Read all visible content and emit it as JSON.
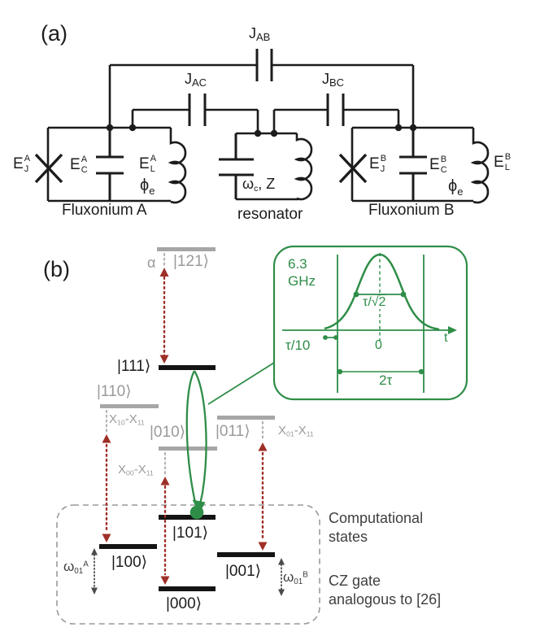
{
  "colors": {
    "line_black": "#1c1c1c",
    "level_gray": "#a6a6a6",
    "text_gray": "#9a9a9a",
    "red": "#9e2f26",
    "green": "#2e8d47",
    "dark_text": "#3f3f3f",
    "dashed_box": "#999999"
  },
  "panel_a": {
    "label": "(a)",
    "j_ab": {
      "base": "J",
      "sub": "AB"
    },
    "j_ac": {
      "base": "J",
      "sub": "AC"
    },
    "j_bc": {
      "base": "J",
      "sub": "BC"
    },
    "fluxonium_a": {
      "name": "Fluxonium A",
      "ej": {
        "base": "E",
        "sup": "A",
        "sub": "J"
      },
      "ec": {
        "base": "E",
        "sup": "A",
        "sub": "C"
      },
      "el": {
        "base": "E",
        "sup": "A",
        "sub": "L"
      },
      "flux": {
        "base": "ϕ",
        "sub": "e"
      }
    },
    "resonator": {
      "name": "resonator",
      "omega": {
        "base": "ω",
        "sub": "c"
      },
      "impedance": ", Z"
    },
    "fluxonium_b": {
      "name": "Fluxonium B",
      "ej": {
        "base": "E",
        "sup": "B",
        "sub": "J"
      },
      "ec": {
        "base": "E",
        "sup": "B",
        "sub": "C"
      },
      "el": {
        "base": "E",
        "sup": "B",
        "sub": "L"
      },
      "flux": {
        "base": "ϕ",
        "sub": "e"
      }
    }
  },
  "panel_b": {
    "label": "(b)",
    "alpha": "α",
    "kets": {
      "k121": "|121⟩",
      "k111": "|111⟩",
      "k110": "|110⟩",
      "k010": "|010⟩",
      "k011": "|011⟩",
      "k101": "|101⟩",
      "k100": "|100⟩",
      "k001": "|001⟩",
      "k000": "|000⟩"
    },
    "transitions": {
      "x10": {
        "a": "X",
        "a_sub": "10",
        "sep": "-",
        "b": "X",
        "b_sub": "11"
      },
      "x00": {
        "a": "X",
        "a_sub": "00",
        "sep": "-",
        "b": "X",
        "b_sub": "11"
      },
      "x01": {
        "a": "X",
        "a_sub": "01",
        "sep": "-",
        "b": "X",
        "b_sub": "11"
      }
    },
    "omega_a": {
      "base": "ω",
      "sub": "01",
      "sup": "A"
    },
    "omega_b": {
      "base": "ω",
      "sub": "01",
      "sup": "B"
    },
    "inset": {
      "freq": "6.3",
      "freq_unit": "GHz",
      "half": {
        "pre": "τ/√",
        "rad": "2"
      },
      "ramp": "τ/10",
      "zero": "0",
      "time": "t",
      "width": "2τ"
    },
    "notes": {
      "comp_1": "Computational",
      "comp_2": "states",
      "cz_1": "CZ gate",
      "cz_2": "analogous to [26]"
    }
  }
}
